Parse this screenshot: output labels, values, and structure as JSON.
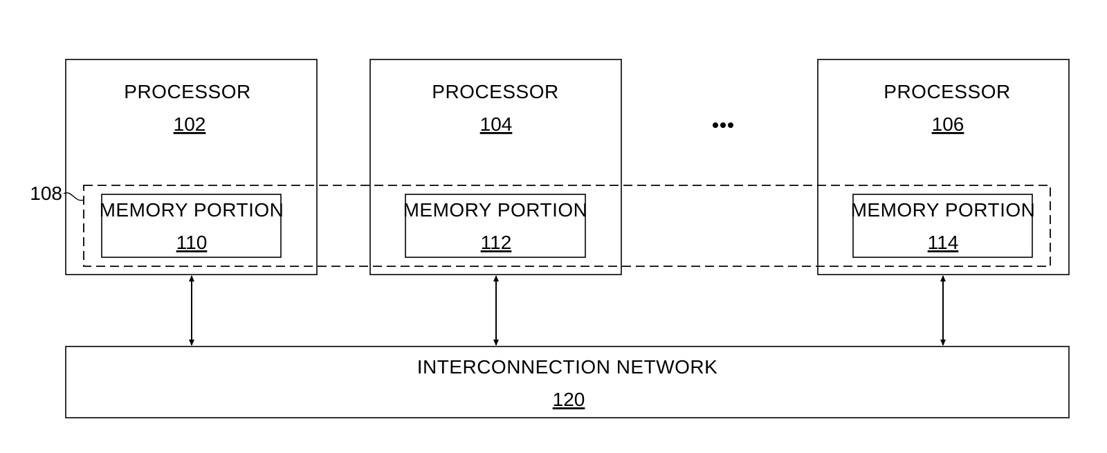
{
  "processors": [
    {
      "label": "PROCESSOR",
      "ref": "102"
    },
    {
      "label": "PROCESSOR",
      "ref": "104"
    },
    {
      "label": "PROCESSOR",
      "ref": "106"
    }
  ],
  "memory_portions": [
    {
      "label": "MEMORY PORTION",
      "ref": "110"
    },
    {
      "label": "MEMORY PORTION",
      "ref": "112"
    },
    {
      "label": "MEMORY PORTION",
      "ref": "114"
    }
  ],
  "distributed_memory": {
    "ref": "108"
  },
  "network": {
    "label": "INTERCONNECTION NETWORK",
    "ref": "120"
  },
  "ellipsis": "..."
}
